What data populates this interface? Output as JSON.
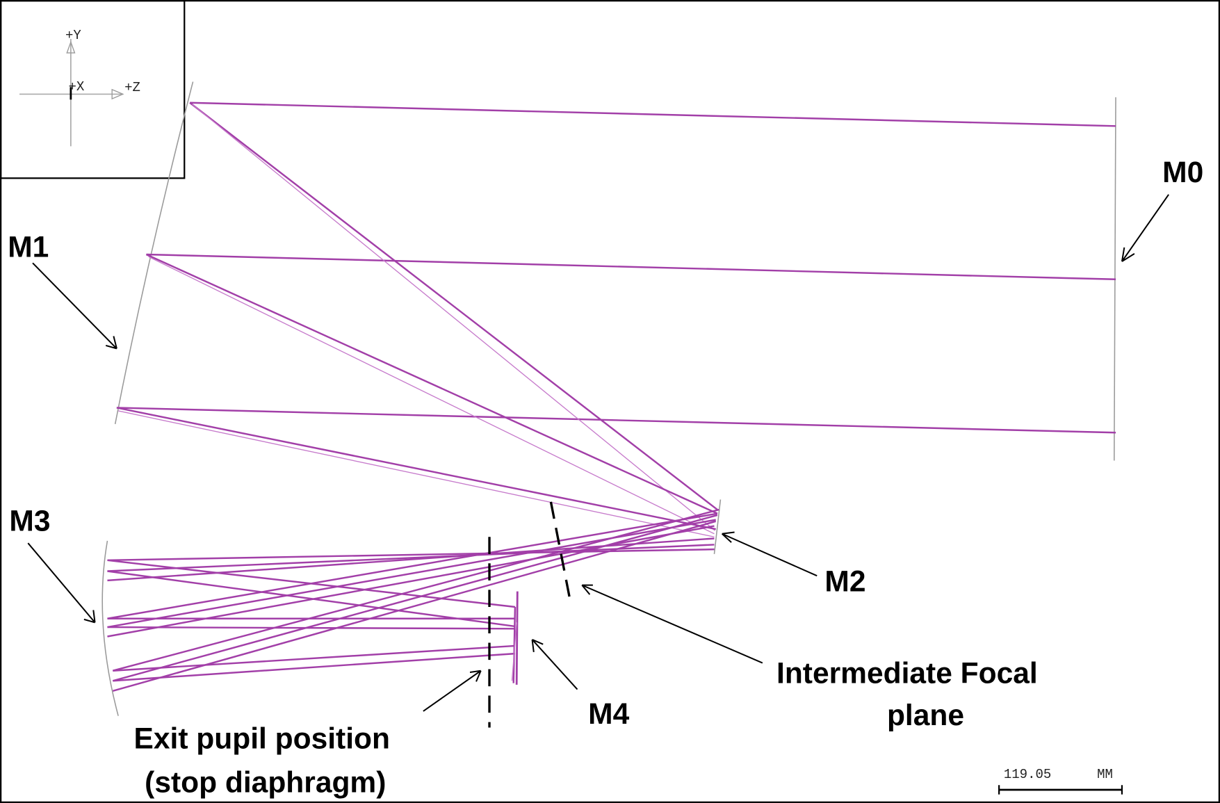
{
  "diagram": {
    "type": "optical ray trace (side view)",
    "ray_color": "#a23fa8",
    "axes": {
      "y": "+Y",
      "x": "+X",
      "z": "+Z"
    },
    "labels": {
      "m0": "M0",
      "m1": "M1",
      "m2": "M2",
      "m3": "M3",
      "m4": "M4",
      "ifp_line1": "Intermediate Focal",
      "ifp_line2": "plane",
      "exit_line1": "Exit pupil position",
      "exit_line2": "(stop diaphragm)"
    },
    "scale_bar": {
      "value": "119.05",
      "unit": "MM"
    }
  }
}
